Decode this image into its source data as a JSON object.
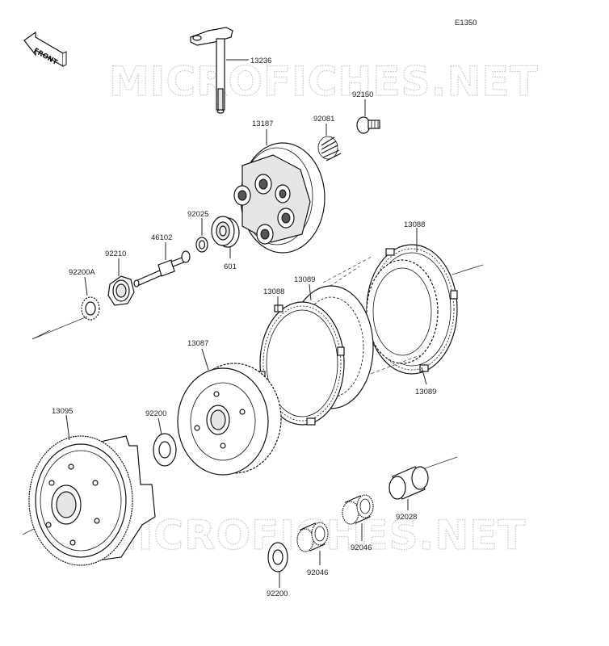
{
  "diagram_code": "E1350",
  "front_label": "FRONT",
  "watermark": "MICROFICHES.NET",
  "parts": [
    {
      "id": "13236"
    },
    {
      "id": "92150"
    },
    {
      "id": "13187"
    },
    {
      "id": "92081"
    },
    {
      "id": "92025"
    },
    {
      "id": "46102"
    },
    {
      "id": "92210"
    },
    {
      "id": "601"
    },
    {
      "id": "92200A"
    },
    {
      "id": "13088",
      "occurrences": 2
    },
    {
      "id": "13089",
      "occurrences": 2
    },
    {
      "id": "13087"
    },
    {
      "id": "13095"
    },
    {
      "id": "92200",
      "occurrences": 2
    },
    {
      "id": "92028"
    },
    {
      "id": "92046",
      "occurrences": 2
    }
  ]
}
